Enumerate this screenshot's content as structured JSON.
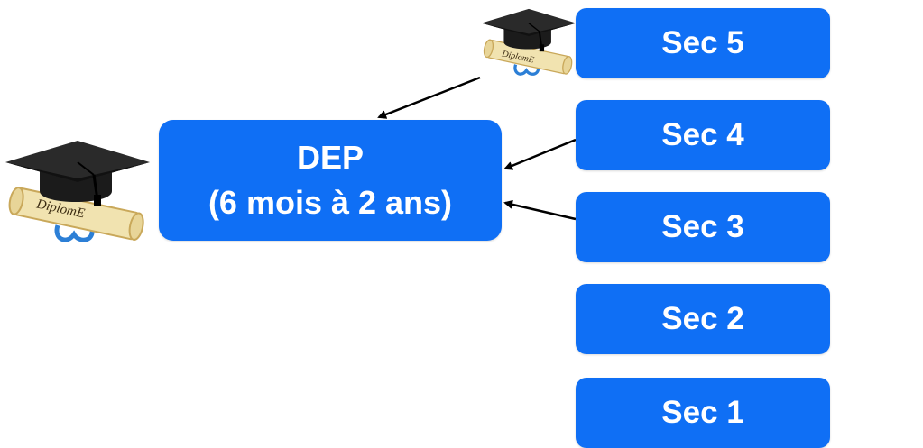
{
  "dep_box": {
    "line1": "DEP",
    "line2": "(6 mois à 2 ans)"
  },
  "sec_boxes": [
    "Sec 5",
    "Sec 4",
    "Sec 3",
    "Sec 2",
    "Sec 1"
  ],
  "diploma_icon": {
    "semantic": "graduation-diploma-icon",
    "scroll_text": "DiplomE"
  },
  "colors": {
    "box_fill": "#0f6ff5",
    "box_text": "#ffffff",
    "arrow": "#000000"
  }
}
